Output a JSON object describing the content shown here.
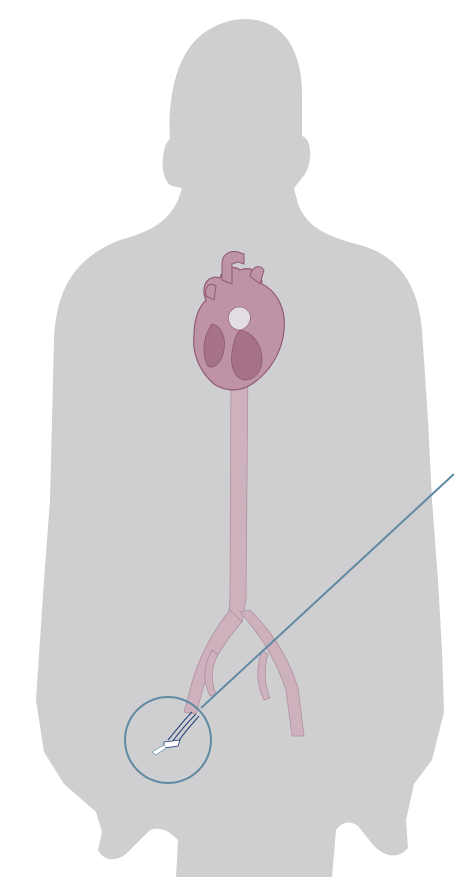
{
  "colors": {
    "background": "#ffffff",
    "body_silhouette": "#cfcfd1",
    "heart": "#bf93a7",
    "heart_dark": "#8f5a72",
    "heart_chamber": "#a57289",
    "valve": "#e2dde3",
    "aorta": "#cdb1bd",
    "aorta_edge": "#b0909f",
    "callout_line": "#5f8aa2",
    "catheter": "#1f3c7a",
    "device": "#ffffff"
  },
  "icons": {
    "heart": "heart-illustration",
    "aorta": "aorta-vessel",
    "catheter": "femoral-catheter",
    "magnifier": "callout-circle"
  }
}
